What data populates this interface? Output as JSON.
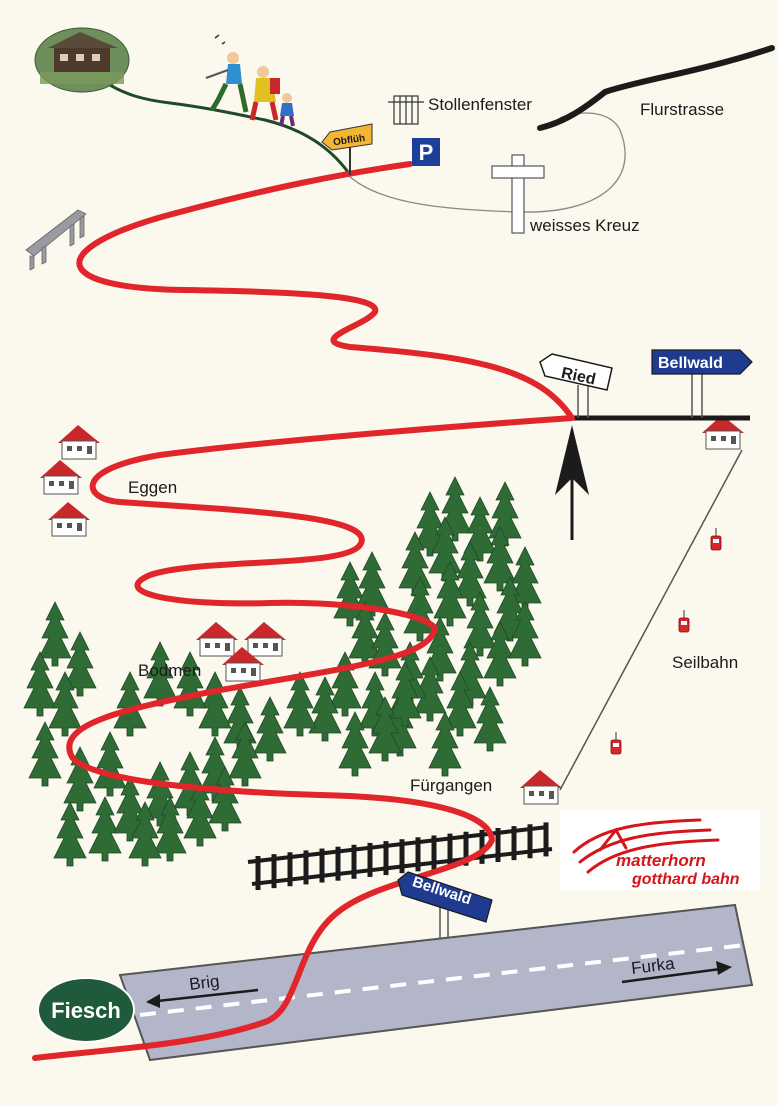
{
  "labels": {
    "stollenfenster": "Stollenfenster",
    "flurstrasse": "Flurstrasse",
    "weisses_kreuz": "weisses Kreuz",
    "eggen": "Eggen",
    "bodmen": "Bodmen",
    "fuergangen": "Fürgangen",
    "seilbahn": "Seilbahn"
  },
  "signs": {
    "obfluh": "Obflüh",
    "parking": "P",
    "ried": "Ried",
    "bellwald_top": "Bellwald",
    "bellwald_bottom": "Bellwald",
    "brig": "Brig",
    "furka": "Furka",
    "fiesch": "Fiesch"
  },
  "logo": {
    "line1": "matterhorn",
    "line2": "gotthard bahn"
  },
  "colors": {
    "route": "#e0262b",
    "road": "#b3b5c9",
    "forest": "#2f6b35",
    "sign_blue": "#1f3b8f",
    "fiesch_green": "#1f5a3a",
    "parking_blue": "#1e3f99",
    "logo_red": "#d4161b",
    "gondola": "#d9262b"
  }
}
